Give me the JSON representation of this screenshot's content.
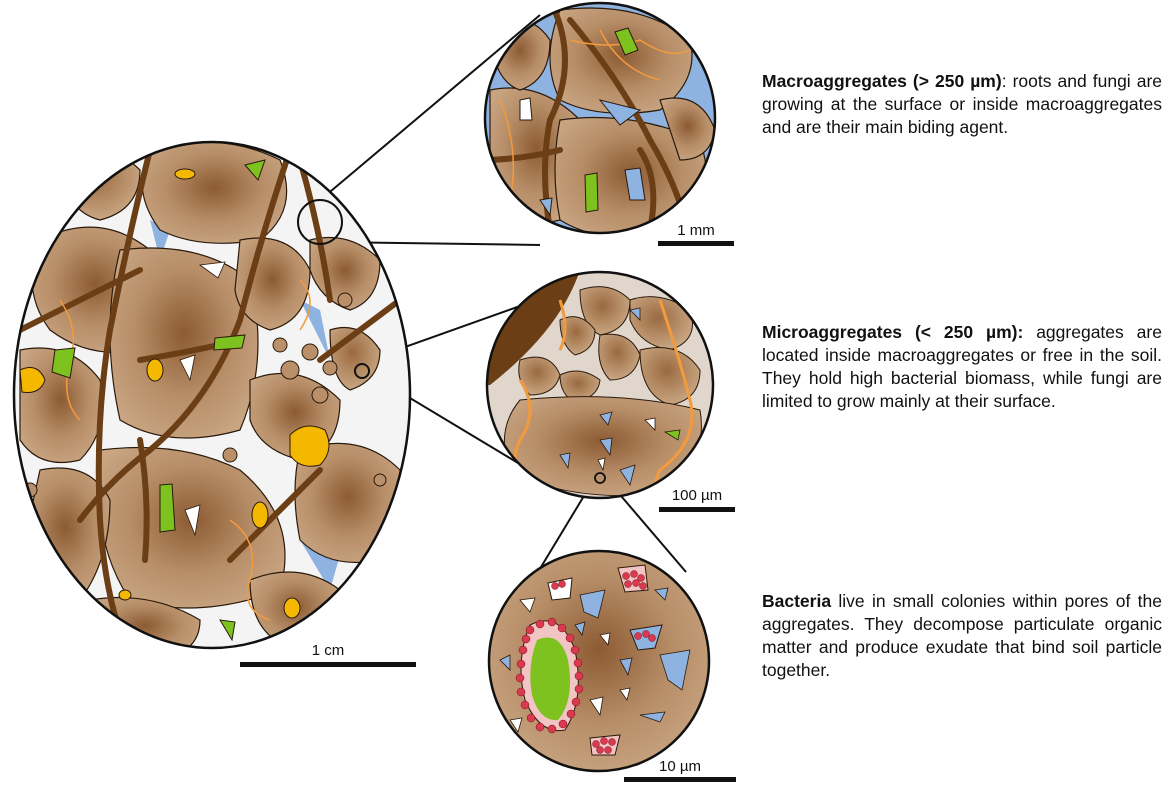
{
  "panels": {
    "macro": {
      "scale": "1 mm",
      "title": "Macroaggregates (> 250 µm)",
      "sep": ": ",
      "body": "roots and fungi  are growing  at the surface or inside macroaggregates and are their main biding agent."
    },
    "micro": {
      "scale": "100 µm",
      "title": "Microaggregates (< 250 µm):",
      "sep": " ",
      "body": "aggregates are located inside macroaggregates or free in the soil. They hold high bacterial biomass, while fungi are limited to grow mainly at their surface."
    },
    "bacteria": {
      "scale": "10 µm",
      "title": "Bacteria",
      "sep": " ",
      "body": "live in small colonies within pores of the aggregates. They decompose particulate organic matter and produce exudate that bind soil particle together."
    },
    "soil": {
      "scale": "1 cm"
    }
  },
  "colors": {
    "aggregate": "#b9906a",
    "aggregate_dark": "#8a5a33",
    "root": "#6b3e16",
    "fungi": "#f39a3c",
    "pore": "#8fb3e0",
    "organic_green": "#7ec21f",
    "organic_yellow": "#f5b800",
    "bacteria": "#d93a4e",
    "bacteria_halo": "#f2c4c4"
  }
}
